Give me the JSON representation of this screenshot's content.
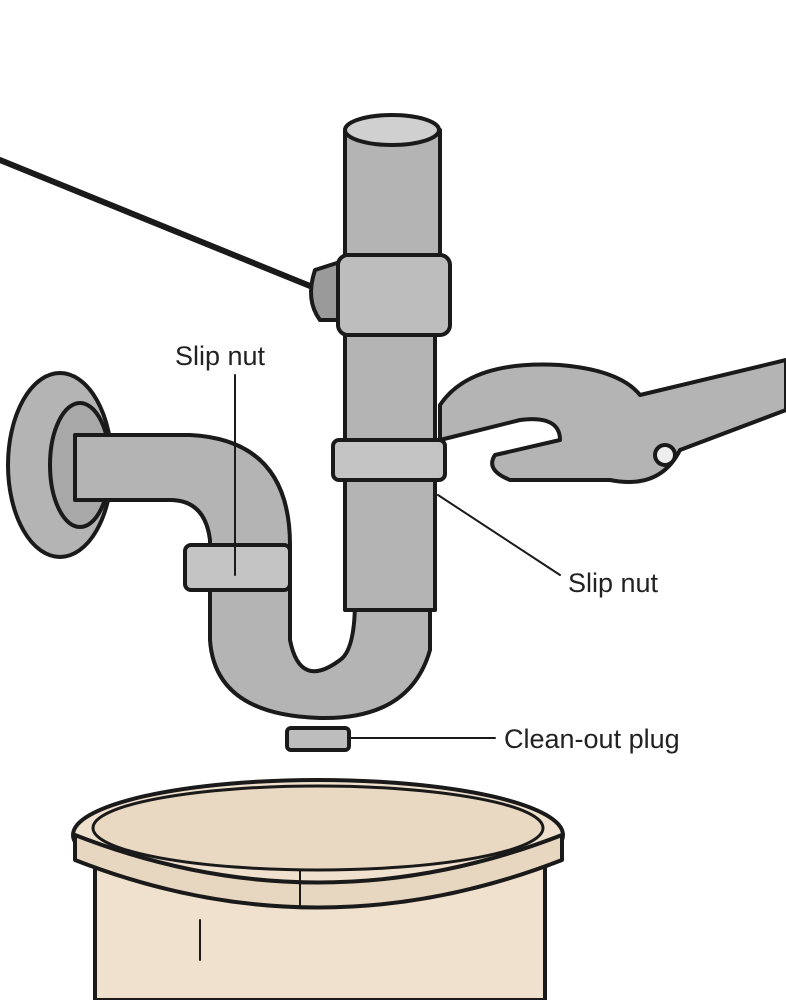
{
  "labels": {
    "slip_nut_upper_left": "Slip nut",
    "slip_nut_right": "Slip nut",
    "clean_out_plug": "Clean-out plug"
  },
  "colors": {
    "pipe": "#b4b4b4",
    "pipe_shadow": "#8c8c8c",
    "bucket": "#efe1cd",
    "outline": "#1a1a1a"
  }
}
